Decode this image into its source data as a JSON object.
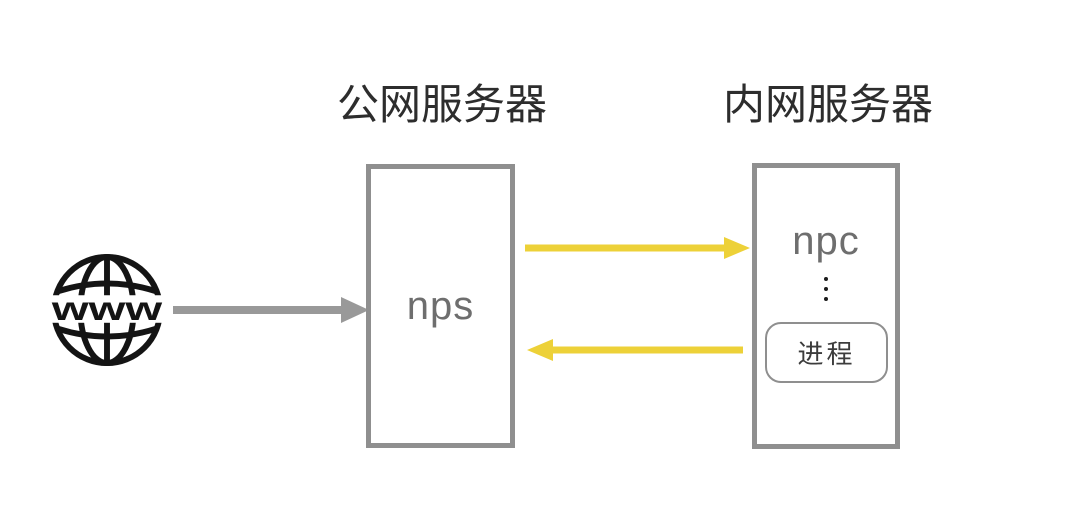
{
  "diagram": {
    "public_server_title": "公网服务器",
    "private_server_title": "内网服务器",
    "internet_label": "www",
    "nps_label": "nps",
    "npc_label": "npc",
    "process_label": "进程",
    "icons": {
      "internet": "www-globe-icon",
      "npc_more": "vertical-ellipsis-icon"
    },
    "arrows": [
      {
        "name": "internet-to-nps-arrow",
        "direction": "right",
        "color_key": "arrow_gray"
      },
      {
        "name": "nps-to-npc-arrow",
        "direction": "right",
        "color_key": "arrow_yellow"
      },
      {
        "name": "npc-to-nps-arrow",
        "direction": "left",
        "color_key": "arrow_yellow"
      }
    ]
  },
  "colors": {
    "background": "#ffffff",
    "arrow_gray": "#999999",
    "arrow_yellow": "#edd138",
    "box_border_gray": "#8f8f8f",
    "globe_black": "#141414",
    "title_text": "#2d2d2d",
    "node_label_gray": "#6e6e6e",
    "process_text": "#3c3c3c"
  }
}
